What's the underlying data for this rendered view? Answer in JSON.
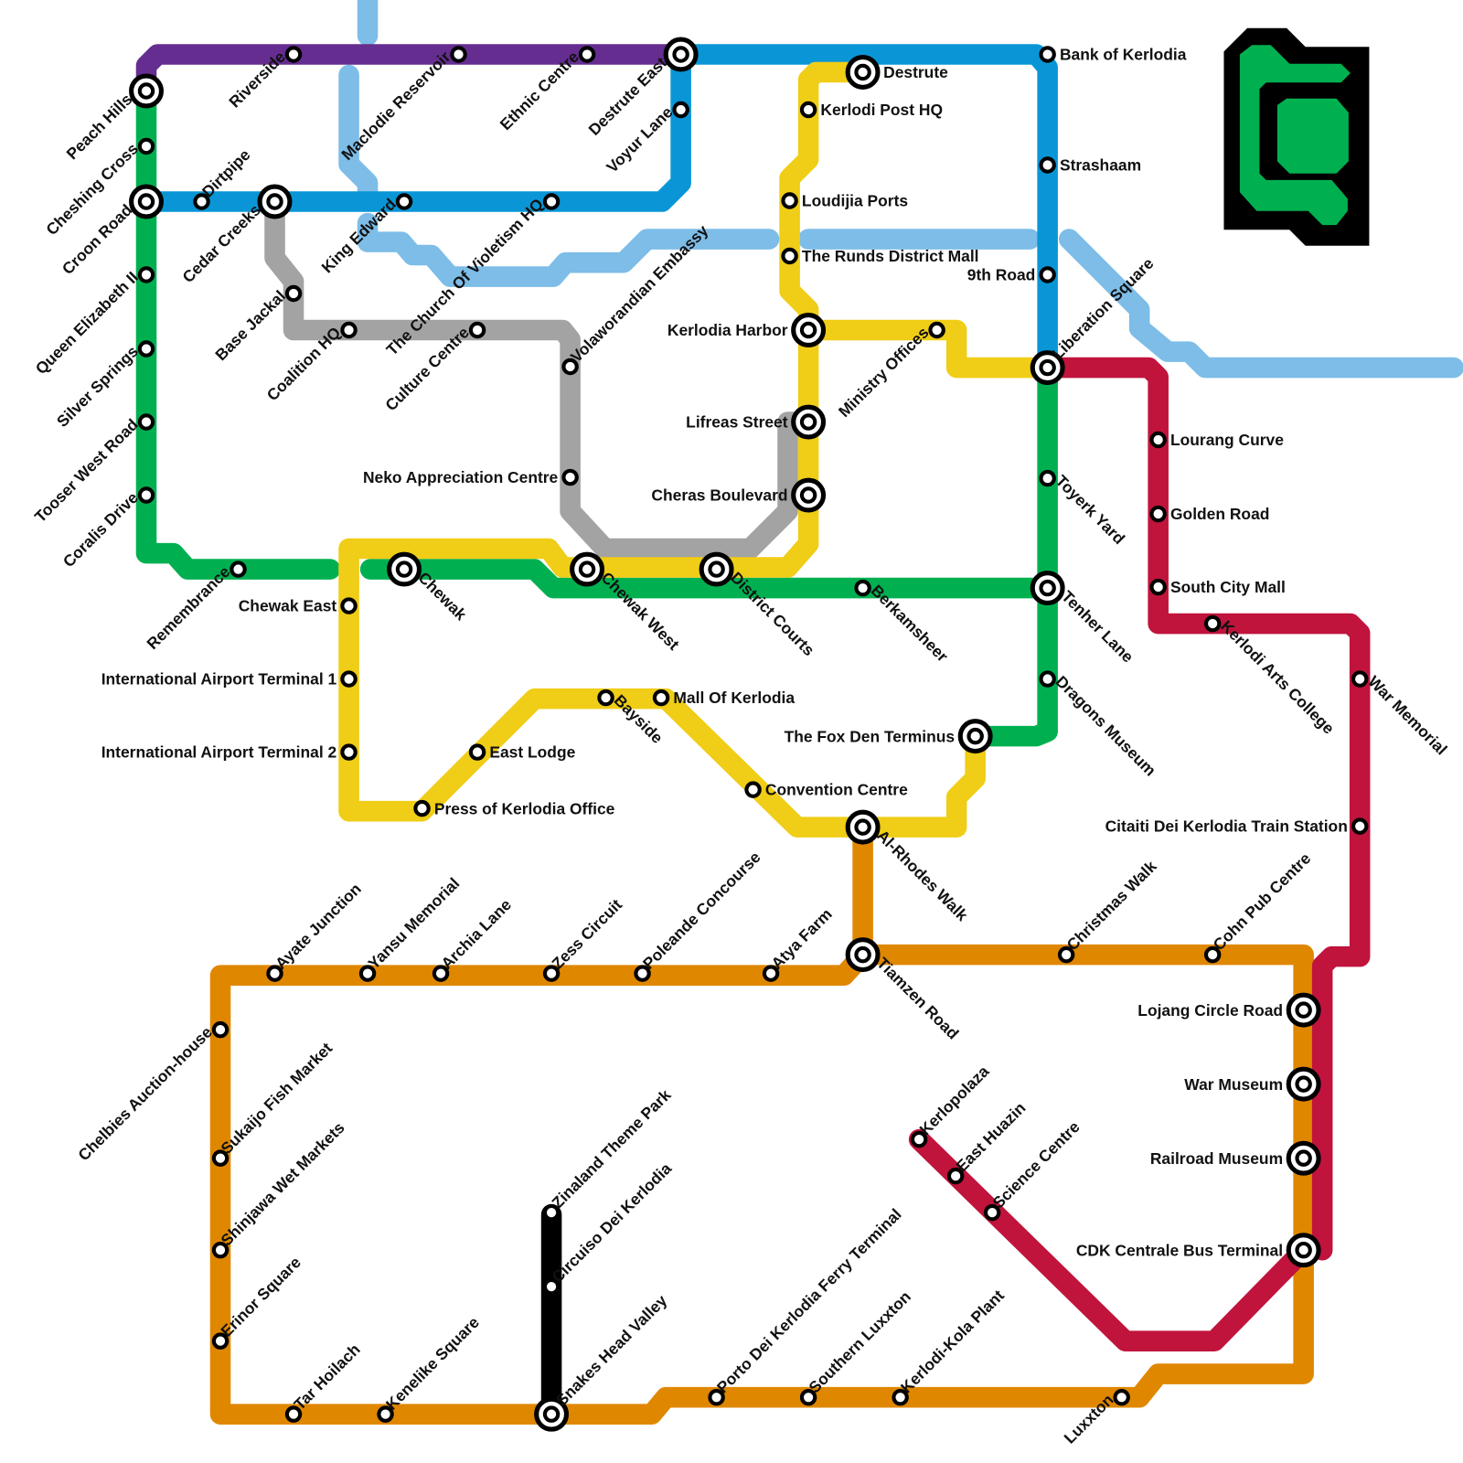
{
  "map": {
    "lines": [
      {
        "id": "purple",
        "color": "#652d90"
      },
      {
        "id": "blue",
        "color": "#0a96d6"
      },
      {
        "id": "lightblue",
        "color": "#7dbde8"
      },
      {
        "id": "grey",
        "color": "#a3a3a3"
      },
      {
        "id": "green",
        "color": "#00b050"
      },
      {
        "id": "yellow",
        "color": "#f0cd16"
      },
      {
        "id": "orange",
        "color": "#e08700"
      },
      {
        "id": "crimson",
        "color": "#c0143c"
      },
      {
        "id": "black",
        "color": "#000000"
      }
    ],
    "stations": [
      {
        "name": "Peach Hills",
        "interchange": true
      },
      {
        "name": "Riverside"
      },
      {
        "name": "Maclodie Reservoir"
      },
      {
        "name": "Ethnic Centre"
      },
      {
        "name": "Destrute East",
        "interchange": true
      },
      {
        "name": "Voyur Lane"
      },
      {
        "name": "Cheshing Cross"
      },
      {
        "name": "Croon Road",
        "interchange": true
      },
      {
        "name": "Queen Elizabeth II"
      },
      {
        "name": "Silver Springs"
      },
      {
        "name": "Tooser West Road"
      },
      {
        "name": "Coralis Drive"
      },
      {
        "name": "Remembrance"
      },
      {
        "name": "Chewak",
        "interchange": true
      },
      {
        "name": "Chewak West",
        "interchange": true
      },
      {
        "name": "District Courts",
        "interchange": true
      },
      {
        "name": "Berkamsheer"
      },
      {
        "name": "Tenher Lane",
        "interchange": true
      },
      {
        "name": "Toyerk Yard"
      },
      {
        "name": "Dragons Museum"
      },
      {
        "name": "The Fox Den Terminus",
        "interchange": true
      },
      {
        "name": "Liberation Square",
        "interchange": true
      },
      {
        "name": "Dirtpipe"
      },
      {
        "name": "Cedar Creeks",
        "interchange": true
      },
      {
        "name": "King Edward"
      },
      {
        "name": "The Church Of Violetism HQ"
      },
      {
        "name": "Bank of Kerlodia"
      },
      {
        "name": "Strashaam"
      },
      {
        "name": "9th Road"
      },
      {
        "name": "Base Jackal"
      },
      {
        "name": "Coalition HQ"
      },
      {
        "name": "Culture Centre"
      },
      {
        "name": "Volaworandian Embassy"
      },
      {
        "name": "Neko Appreciation Centre"
      },
      {
        "name": "Destrute",
        "interchange": true
      },
      {
        "name": "Kerlodi Post HQ"
      },
      {
        "name": "Loudijia Ports"
      },
      {
        "name": "The Runds District Mall"
      },
      {
        "name": "Kerlodia Harbor",
        "interchange": true
      },
      {
        "name": "Lifreas Street",
        "interchange": true
      },
      {
        "name": "Cheras Boulevard",
        "interchange": true
      },
      {
        "name": "Ministry Offices"
      },
      {
        "name": "Chewak East"
      },
      {
        "name": "International Airport Terminal 1"
      },
      {
        "name": "International Airport Terminal 2"
      },
      {
        "name": "Press of Kerlodia Office"
      },
      {
        "name": "East Lodge"
      },
      {
        "name": "Bayside"
      },
      {
        "name": "Mall Of Kerlodia"
      },
      {
        "name": "Convention Centre"
      },
      {
        "name": "Al-Rhodes Walk",
        "interchange": true
      },
      {
        "name": "Tiamzen Road",
        "interchange": true
      },
      {
        "name": "Atya Farm"
      },
      {
        "name": "Poleande Concourse"
      },
      {
        "name": "Zess Circuit"
      },
      {
        "name": "Archia Lane"
      },
      {
        "name": "Yansu Memorial"
      },
      {
        "name": "Ayate Junction"
      },
      {
        "name": "Chelbies Auction-house"
      },
      {
        "name": "Sukaijo Fish Market"
      },
      {
        "name": "Shinjawa Wet Markets"
      },
      {
        "name": "Erinor Square"
      },
      {
        "name": "Tar Hoilach"
      },
      {
        "name": "Kenelike Square"
      },
      {
        "name": "Snakes Head Valley",
        "interchange": true
      },
      {
        "name": "Porto Dei Kerlodia Ferry Terminal"
      },
      {
        "name": "Southern Luxxton"
      },
      {
        "name": "Kerlodi-Kola Plant"
      },
      {
        "name": "Luxxton"
      },
      {
        "name": "Christmas Walk"
      },
      {
        "name": "Cohn Pub Centre"
      },
      {
        "name": "Lojang Circle Road",
        "interchange": true
      },
      {
        "name": "War Museum",
        "interchange": true
      },
      {
        "name": "Railroad Museum",
        "interchange": true
      },
      {
        "name": "CDK Centrale Bus Terminal",
        "interchange": true
      },
      {
        "name": "Lourang Curve"
      },
      {
        "name": "Golden Road"
      },
      {
        "name": "South City Mall"
      },
      {
        "name": "Kerlodi Arts College"
      },
      {
        "name": "War Memorial"
      },
      {
        "name": "Citaiti Dei Kerlodia Train Station"
      },
      {
        "name": "Kerlopolaza"
      },
      {
        "name": "East Huazin"
      },
      {
        "name": "Science Centre"
      },
      {
        "name": "Zinaland Theme Park"
      },
      {
        "name": "Circuiso Dei Kerlodia"
      }
    ]
  }
}
